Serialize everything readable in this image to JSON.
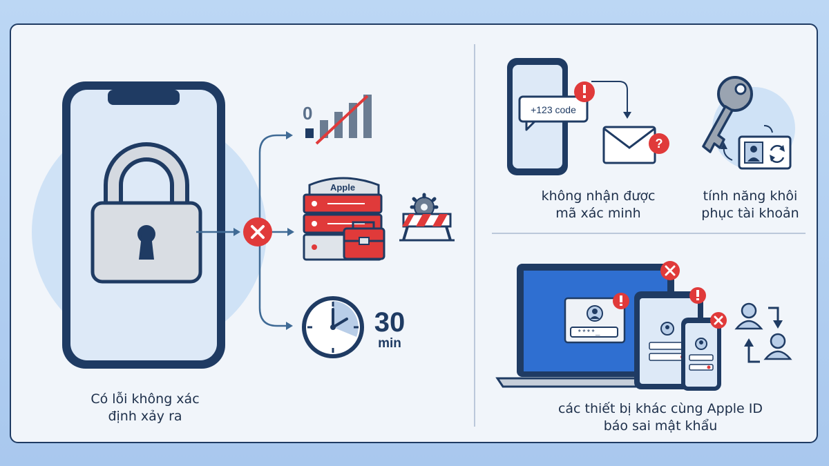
{
  "left": {
    "caption_line1": "Có lỗi không xác",
    "caption_line2": "định xảy ra"
  },
  "causes": {
    "signal_zero": "0",
    "server_label": "Apple",
    "timer_value": "30",
    "timer_unit": "min"
  },
  "top_middle": {
    "sms_code": "+123 code",
    "caption_line1": "không nhận được",
    "caption_line2": "mã xác minh"
  },
  "top_right": {
    "caption_line1": "tính năng khôi",
    "caption_line2": "phục tài khoản"
  },
  "bottom": {
    "laptop_password": "****_",
    "caption_line1": "các thiết bị khác cùng Apple ID",
    "caption_line2": "báo sai mật khẩu"
  },
  "colors": {
    "navy": "#1f3b63",
    "error_red": "#e03a3a",
    "phone_screen": "#dde9f7",
    "laptop_screen": "#2f6fd1"
  }
}
